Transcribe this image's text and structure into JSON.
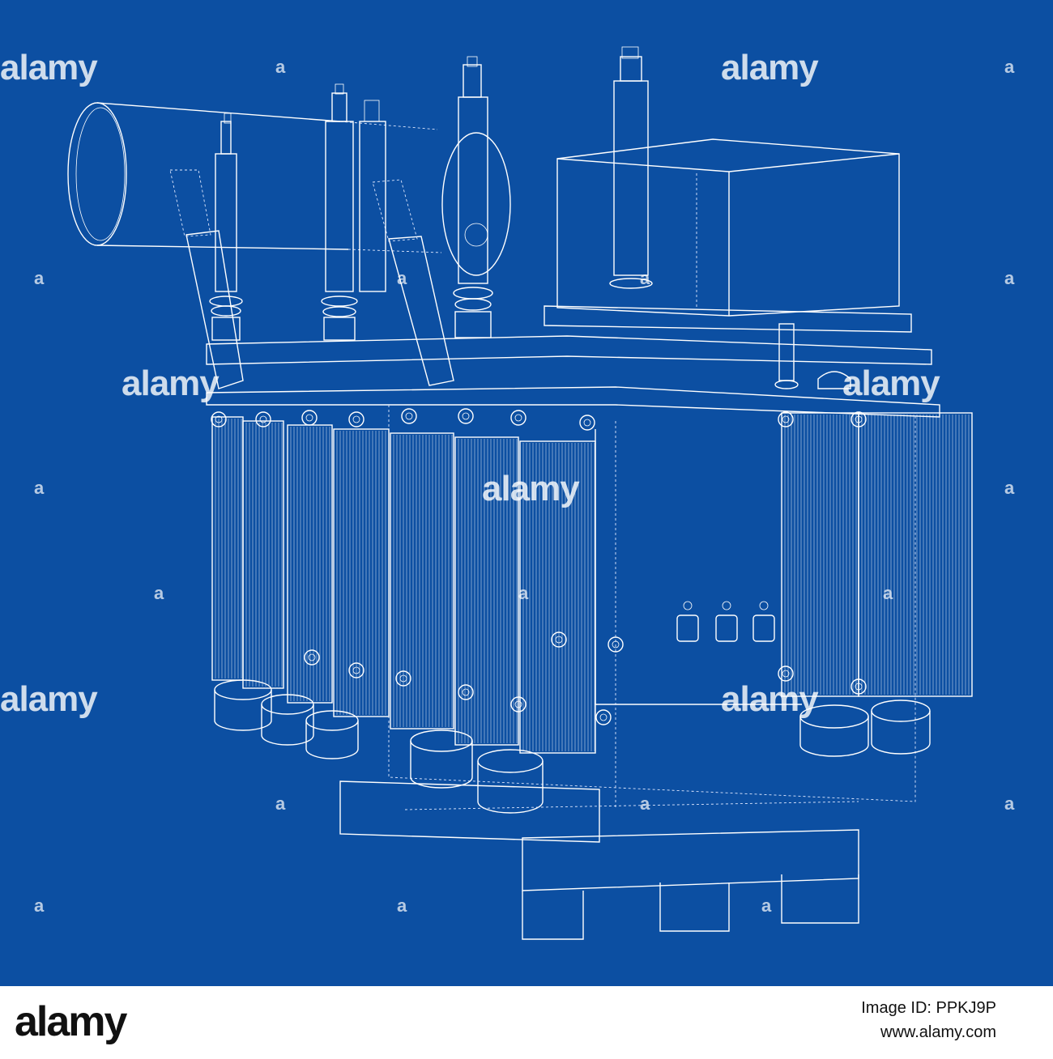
{
  "watermark": {
    "text": "alamy",
    "corner_mark": "a"
  },
  "footer": {
    "logo": "alamy",
    "image_id": "Image ID: PPKJ9P",
    "url": "www.alamy.com"
  },
  "colors": {
    "background": "#0c4fa2",
    "lines": "#ffffff",
    "footer_background": "#ffffff"
  }
}
